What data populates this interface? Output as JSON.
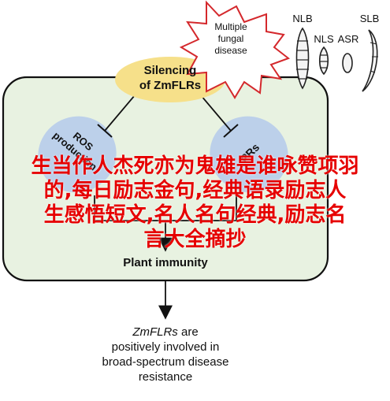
{
  "diagram": {
    "starburst_label": "Multiple fungal disease",
    "starburst_lines": [
      "Multiple",
      "fungal",
      "disease"
    ],
    "pathogens": [
      {
        "label": "NLB"
      },
      {
        "label": "SLB"
      },
      {
        "label": "NLS"
      },
      {
        "label": "ASR"
      }
    ],
    "silencing_lines": [
      "Silencing",
      "of ZmFLRs"
    ],
    "ros_lines": [
      "ROS",
      "production"
    ],
    "prs_label": "PRs",
    "cell_label": "Plant immunity",
    "conclusion_lines": [
      "ZmFLRs are",
      "positively involved in",
      "broad-spectrum disease",
      "resistance"
    ],
    "colors": {
      "cell_fill": "#e8f2e1",
      "silencing_fill": "#f6e08a",
      "oval_fill": "#bcd0ea",
      "starburst_stroke": "#d4282c",
      "overlay_text": "#e60000"
    }
  },
  "overlay": {
    "lines": [
      "生当作人杰死亦为鬼雄是谁咏赞项羽",
      "的,每日励志金句,经典语录励志人",
      "生感悟短文,名人名句经典,励志名",
      "言大全摘抄"
    ]
  }
}
